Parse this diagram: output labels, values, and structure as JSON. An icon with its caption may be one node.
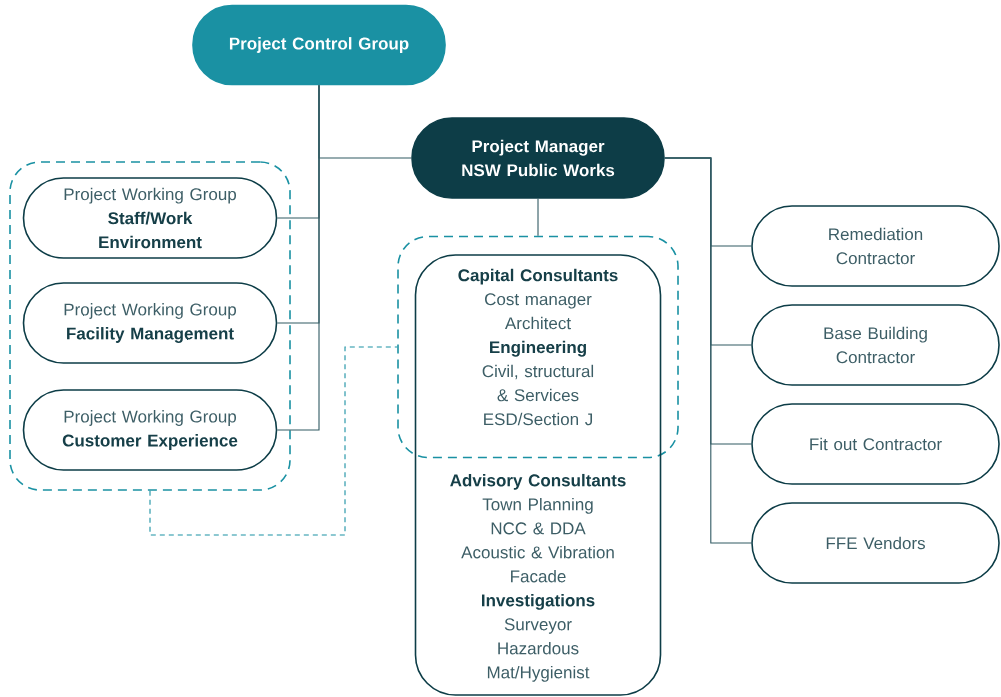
{
  "diagram": {
    "nodes": [
      {
        "text": [
          "Project Control Group"
        ]
      },
      {
        "text": [
          "Project Manager NSW Public Works"
        ]
      },
      {
        "text": [],
        "shape": "box"
      },
      {
        "text": [
          "Project Working Group",
          "Staff/Work Environment"
        ],
        "in": 2
      },
      {
        "text": [
          "Project Working Group",
          "Facility Management"
        ],
        "in": 2
      },
      {
        "text": [
          "Project Working Group",
          "Customer Experience"
        ],
        "in": 2
      },
      {
        "text": [
          "Capital Consultants",
          "Cost manager",
          "Architect",
          "Engineering",
          "Civil, structural & Services",
          "ESD/Section J"
        ]
      },
      {
        "text": [
          "Advisory Consultants",
          "Town Planning",
          "NCC & DDA",
          "Acoustic & Vibration",
          "Facade",
          "Investigations",
          "Surveyor",
          "Hazardous",
          "Mat/Hygienist"
        ]
      },
      {
        "text": [
          "Remediation Contractor"
        ]
      },
      {
        "text": [
          "Base Building Contractor"
        ]
      },
      {
        "text": [
          "Fit out Contractor"
        ]
      },
      {
        "text": [
          "FFE Vendors"
        ]
      }
    ],
    "edges": [
      {
        "from": 0,
        "to": 1,
        "arrow": "none"
      },
      {
        "from": 0,
        "to": 3,
        "arrow": "none"
      },
      {
        "from": 0,
        "to": 4,
        "arrow": "none"
      },
      {
        "from": 0,
        "to": 5,
        "arrow": "none"
      },
      {
        "from": 1,
        "to": 6,
        "arrow": "none"
      },
      {
        "from": 1,
        "to": 8,
        "arrow": "none"
      },
      {
        "from": 1,
        "to": 9,
        "arrow": "none"
      },
      {
        "from": 1,
        "to": 10,
        "arrow": "none"
      },
      {
        "from": 1,
        "to": 11,
        "arrow": "none"
      },
      {
        "from": 2,
        "to": 6,
        "arrow": "none",
        "style": "dashed",
        "color": "#1a91a3"
      }
    ]
  }
}
